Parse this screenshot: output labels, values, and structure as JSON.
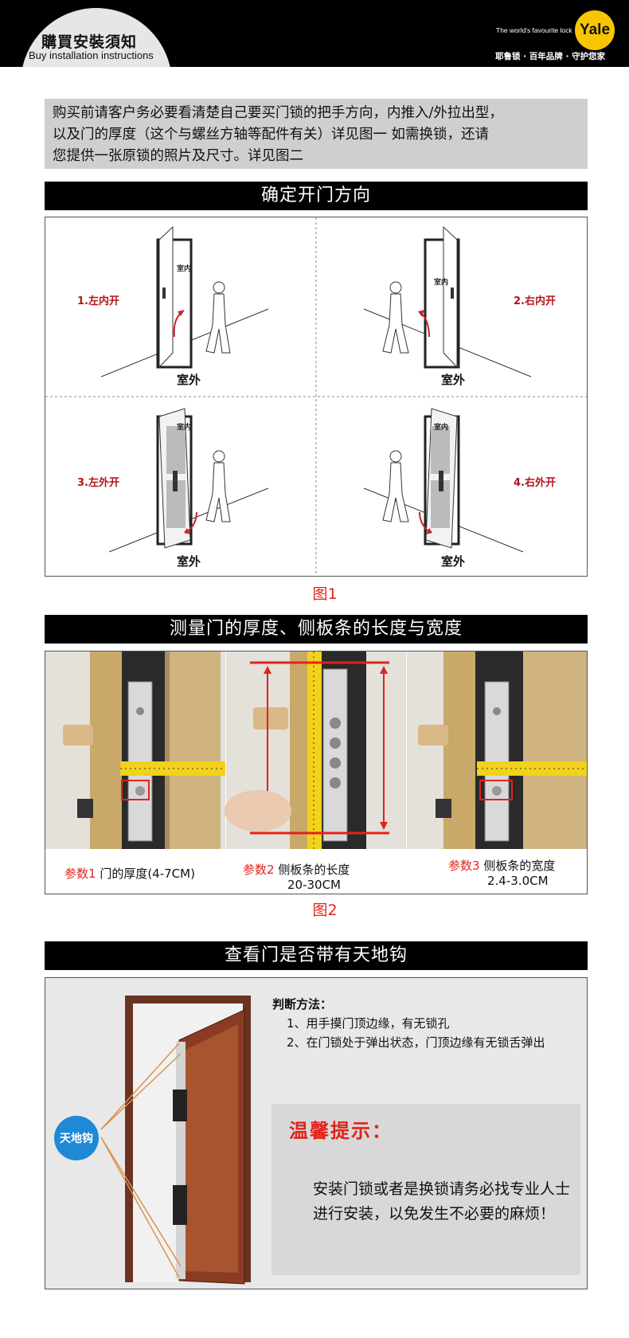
{
  "header": {
    "title": "購買安裝須知",
    "subtitle": "Buy installation instructions",
    "brand_tagline": "The world's favourite lock",
    "brand_logo": "Yale",
    "brand_slogan": "耶鲁锁 · 百年品牌 · 守护您家"
  },
  "notice": {
    "line1": "购买前请客户务必要看清楚自己要买门锁的把手方向，内推入/外拉出型，",
    "line2": "以及门的厚度（这个与螺丝方轴等配件有关）详见图一 如需换锁，还请",
    "line3": "您提供一张原锁的照片及尺寸。详见图二"
  },
  "section1": {
    "title": "确定开门方向",
    "panels": [
      {
        "label": "1.左内开",
        "indoor": "室内",
        "outdoor": "室外"
      },
      {
        "label": "2.右内开",
        "indoor": "室内",
        "outdoor": "室外"
      },
      {
        "label": "3.左外开",
        "indoor": "室内",
        "outdoor": "室外"
      },
      {
        "label": "4.右外开",
        "indoor": "室内",
        "outdoor": "室外"
      }
    ],
    "figure_label": "图1"
  },
  "section2": {
    "title": "测量门的厚度、侧板条的长度与宽度",
    "params": [
      {
        "tag": "参数1",
        "text": "门的厚度(4-7CM)",
        "text2": ""
      },
      {
        "tag": "参数2",
        "text": "侧板条的长度",
        "text2": "20-30CM"
      },
      {
        "tag": "参数3",
        "text": "侧板条的宽度",
        "text2": "2.4-3.0CM"
      }
    ],
    "figure_label": "图2"
  },
  "section3": {
    "title": "查看门是否带有天地钩",
    "judge_title": "判断方法：",
    "judge_items": [
      "1、用手摸门顶边缘，有无锁孔",
      "2、在门锁处于弹出状态，门顶边缘有无锁舌弹出"
    ],
    "badge": "天地钩",
    "tip_title": "温馨提示：",
    "tip_text": "安装门锁或者是换锁请务必找专业人士进行安装，以免发生不必要的麻烦！"
  },
  "colors": {
    "accent_red": "#e2231a",
    "label_red": "#b4141b",
    "yale_yellow": "#f7c600",
    "badge_blue": "#1e8ad6"
  }
}
